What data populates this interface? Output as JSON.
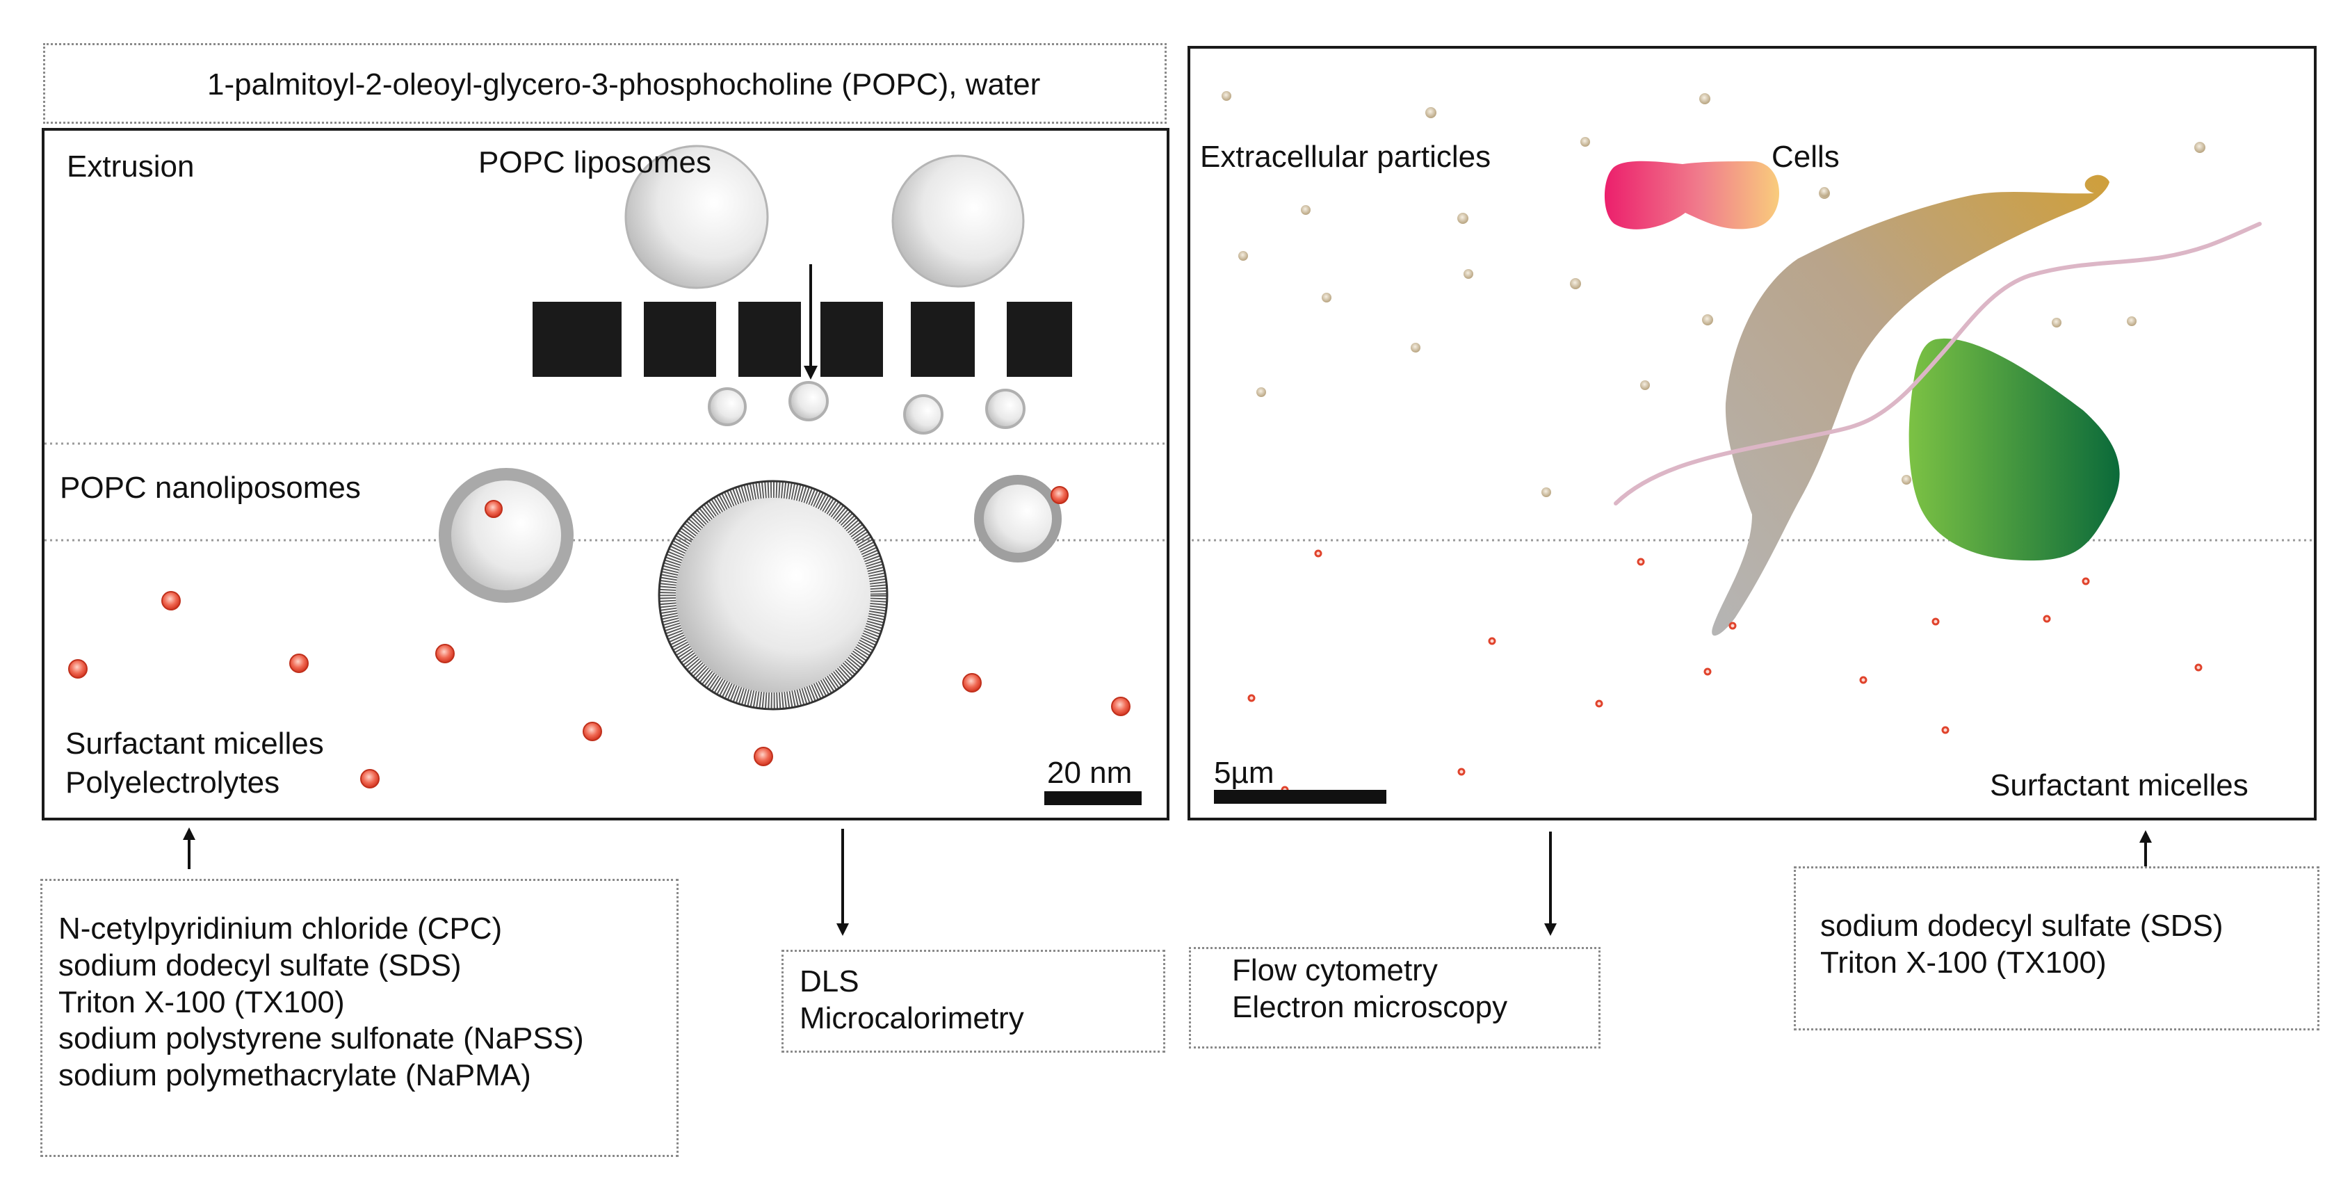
{
  "header": {
    "composition": "1-palmitoyl-2-oleoyl-glycero-3-phosphocholine (POPC), water"
  },
  "left_panel": {
    "extrusion_label": "Extrusion",
    "liposomes_label": "POPC liposomes",
    "nanoliposomes_label": "POPC nanoliposomes",
    "micelles_label": "Surfactant micelles",
    "polyelectrolytes_label": "Polyelectrolytes",
    "scale_label": "20 nm"
  },
  "right_panel": {
    "ep_label": "Extracellular particles",
    "cells_label": "Cells",
    "micelles_label": "Surfactant micelles",
    "scale_label": "5µm"
  },
  "additives": {
    "items": [
      "N-cetylpyridinium chloride (CPC)",
      "sodium dodecyl sulfate (SDS)",
      "Triton X-100 (TX100)",
      "sodium polystyrene sulfonate (NaPSS)",
      "sodium polymethacrylate (NaPMA)"
    ]
  },
  "methods_left": {
    "items": [
      "DLS",
      "Microcalorimetry"
    ]
  },
  "methods_right": {
    "items": [
      "Flow cytometry",
      "Electron microscopy"
    ]
  },
  "surfactants_right": {
    "items": [
      "sodium dodecyl sulfate (SDS)",
      "Triton X-100 (TX100)"
    ]
  },
  "colors": {
    "micelle": "#e8432e",
    "membrane_dark": "#4a4a4a",
    "liposome_fill": "#e6e6e6",
    "ep_particle": "#c8b89a",
    "cell_pink": "#e8286e",
    "cell_peach": "#f7c07a",
    "cell_tan": "#c9a050",
    "cell_gray": "#b9b2b2",
    "cell_green": "#137a3c",
    "fiber": "#dcb8c8"
  }
}
